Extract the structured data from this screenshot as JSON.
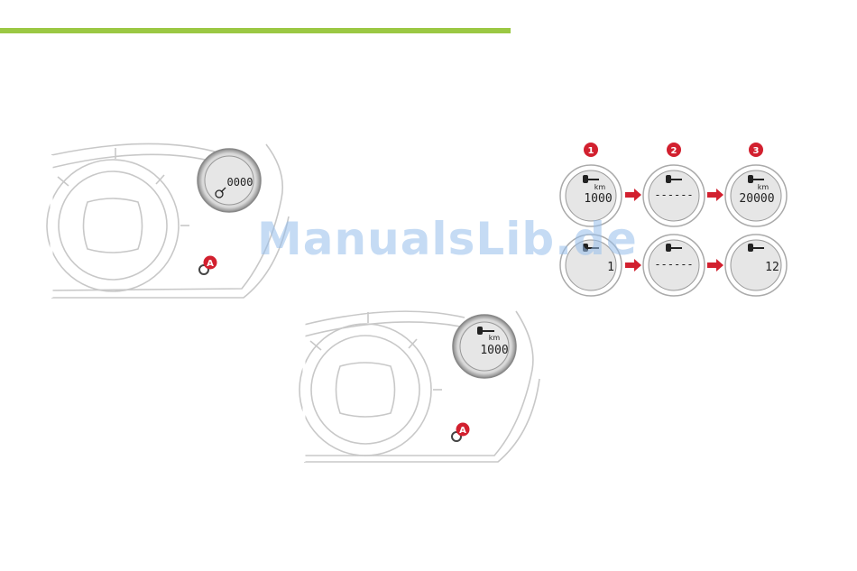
{
  "colors": {
    "accent_rule": "#9bc843",
    "badge": "#d2202f",
    "arrow": "#d2202f",
    "lcd": "#e6e6e6",
    "outline": "#c8c8c8"
  },
  "watermark": "ManualsLib.de",
  "cluster_1": {
    "lcd_digits": "0000",
    "icon": "wrench-clock-icon",
    "badge": "A"
  },
  "cluster_2": {
    "lcd_unit": "km",
    "lcd_digits": "1000",
    "icon": "wrench-icon",
    "badge": "A"
  },
  "sequence": {
    "steps": [
      "1",
      "2",
      "3"
    ],
    "row_top": [
      {
        "unit": "km",
        "value": "1000"
      },
      {
        "unit": "",
        "value": "------"
      },
      {
        "unit": "km",
        "value": "20000"
      }
    ],
    "row_bottom": [
      {
        "unit": "",
        "value": "1"
      },
      {
        "unit": "",
        "value": "------"
      },
      {
        "unit": "",
        "value": "12"
      }
    ]
  }
}
